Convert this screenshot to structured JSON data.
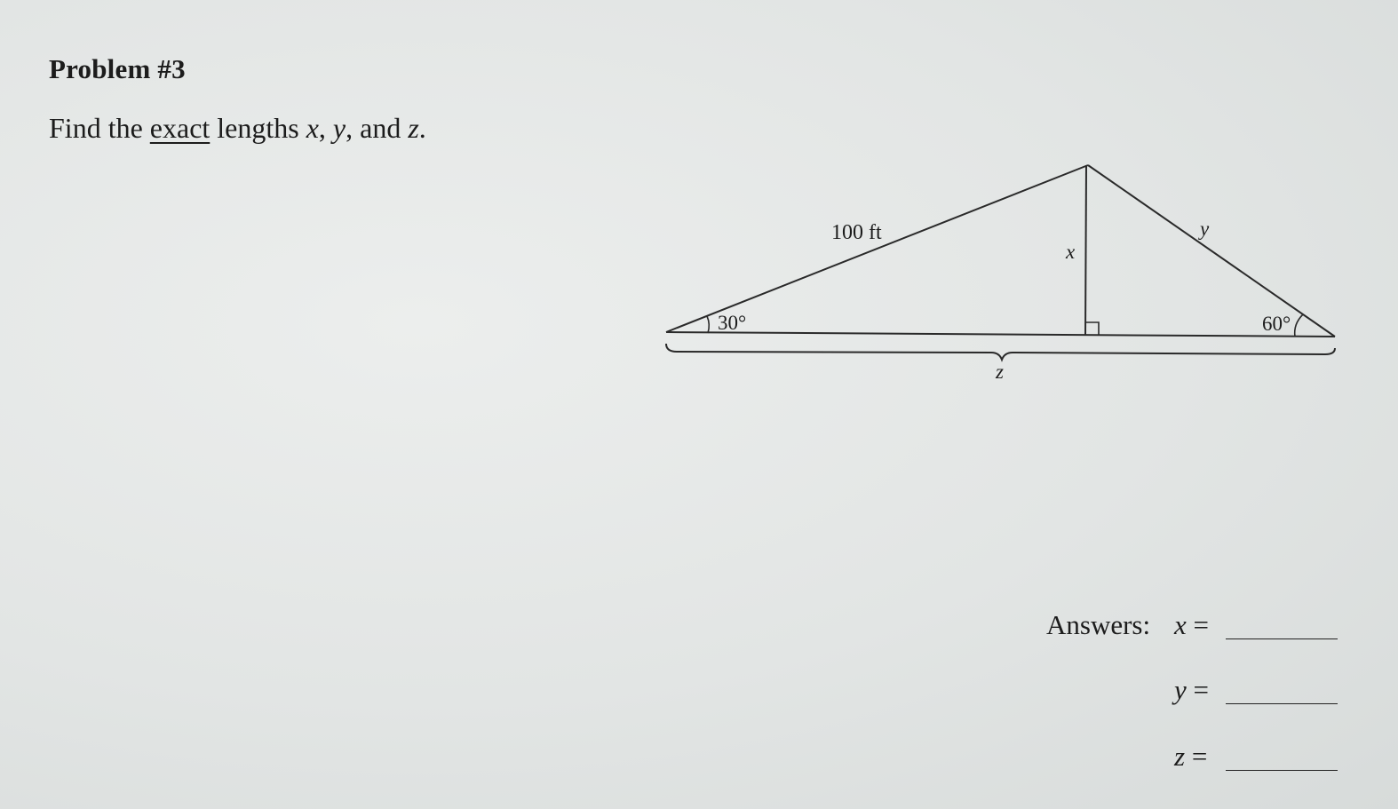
{
  "header": {
    "title": "Problem #3"
  },
  "instructions": {
    "prefix": "Find the ",
    "underlined_word": "exact",
    "middle": " lengths ",
    "var_x": "x",
    "sep1": ", ",
    "var_y": "y",
    "sep2": ", and ",
    "var_z": "z",
    "end": "."
  },
  "figure": {
    "hypotenuse_label": "100 ft",
    "left_angle_label": "30°",
    "right_angle_label": "60°",
    "altitude_label": "x",
    "right_side_label": "y",
    "base_label": "z"
  },
  "answers": {
    "label": "Answers:",
    "rows": [
      {
        "var": "x",
        "eq": " ="
      },
      {
        "var": "y",
        "eq": " ="
      },
      {
        "var": "z",
        "eq": " ="
      }
    ]
  }
}
